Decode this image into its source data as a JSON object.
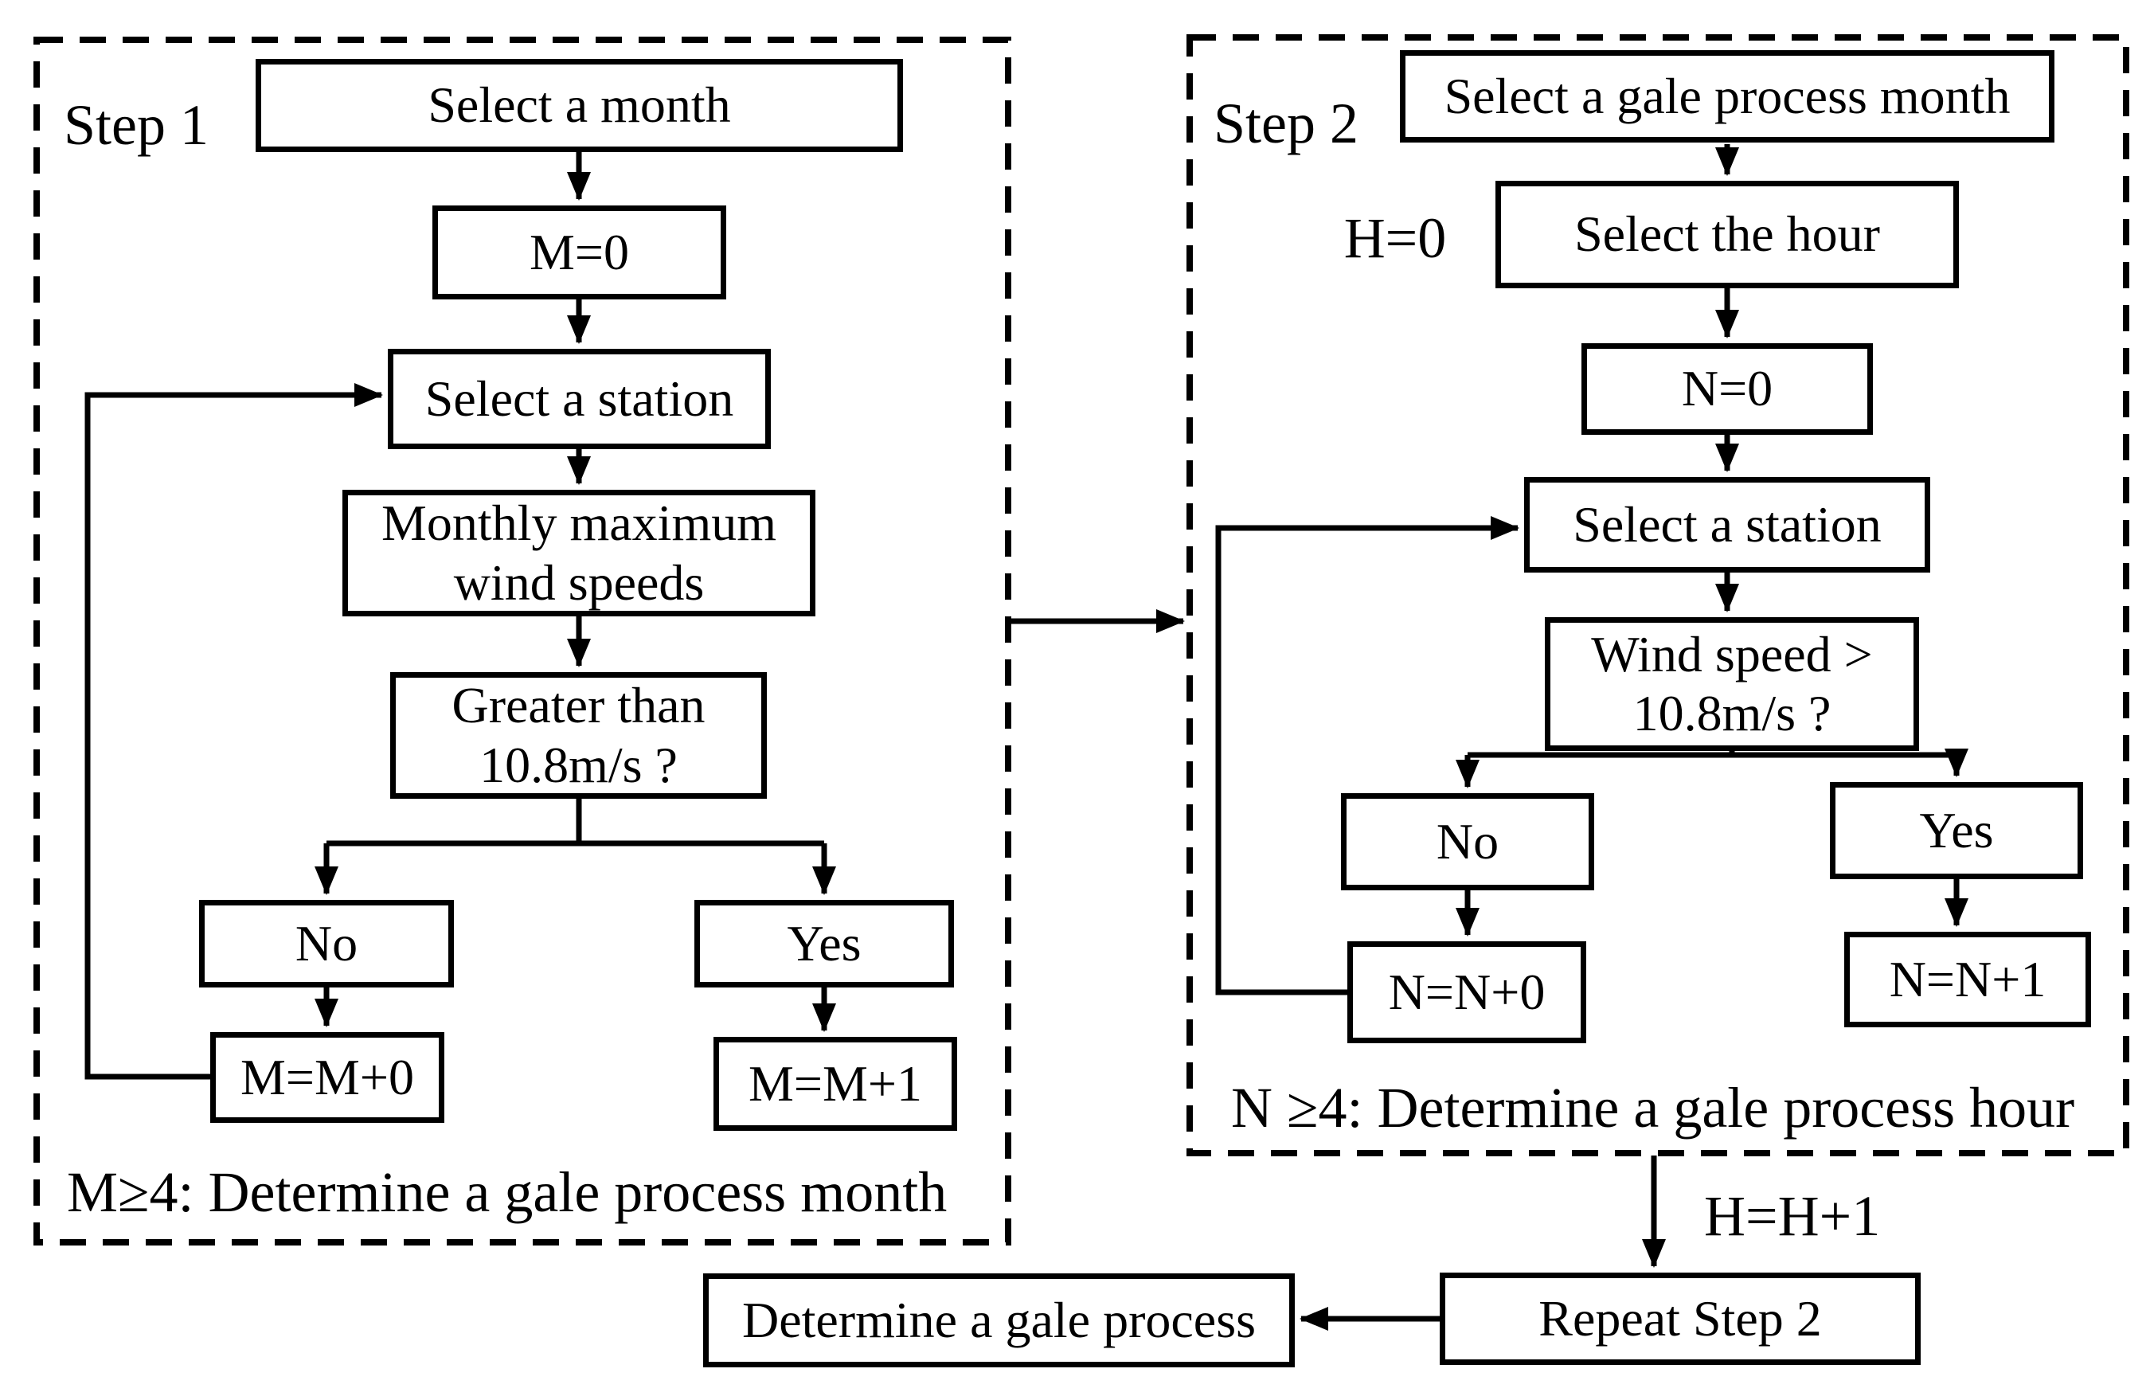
{
  "colors": {
    "ink": "#000000",
    "paper": "#ffffff"
  },
  "step1": {
    "title": "Step 1",
    "nodes": {
      "select_month": "Select a month",
      "m_init": "M=0",
      "select_station": "Select a station",
      "monthly_max": "Monthly maximum\nwind speeds",
      "greater_than": "Greater than\n10.8m/s ?",
      "no": "No",
      "yes": "Yes",
      "m_plus_0": "M=M+0",
      "m_plus_1": "M=M+1"
    },
    "footer": "M≥4: Determine a gale process month"
  },
  "step2": {
    "title": "Step 2",
    "h_init": "H=0",
    "nodes": {
      "select_gale_month": "Select a gale process month",
      "select_hour": "Select the hour",
      "n_init": "N=0",
      "select_station": "Select a station",
      "wind_speed": "Wind speed >\n10.8m/s ?",
      "no": "No",
      "yes": "Yes",
      "n_plus_0": "N=N+0",
      "n_plus_1": "N=N+1"
    },
    "footer": "N ≥4: Determine a gale process hour"
  },
  "bottom": {
    "h_increment": "H=H+1",
    "repeat": "Repeat Step 2",
    "determine": "Determine a gale process"
  }
}
